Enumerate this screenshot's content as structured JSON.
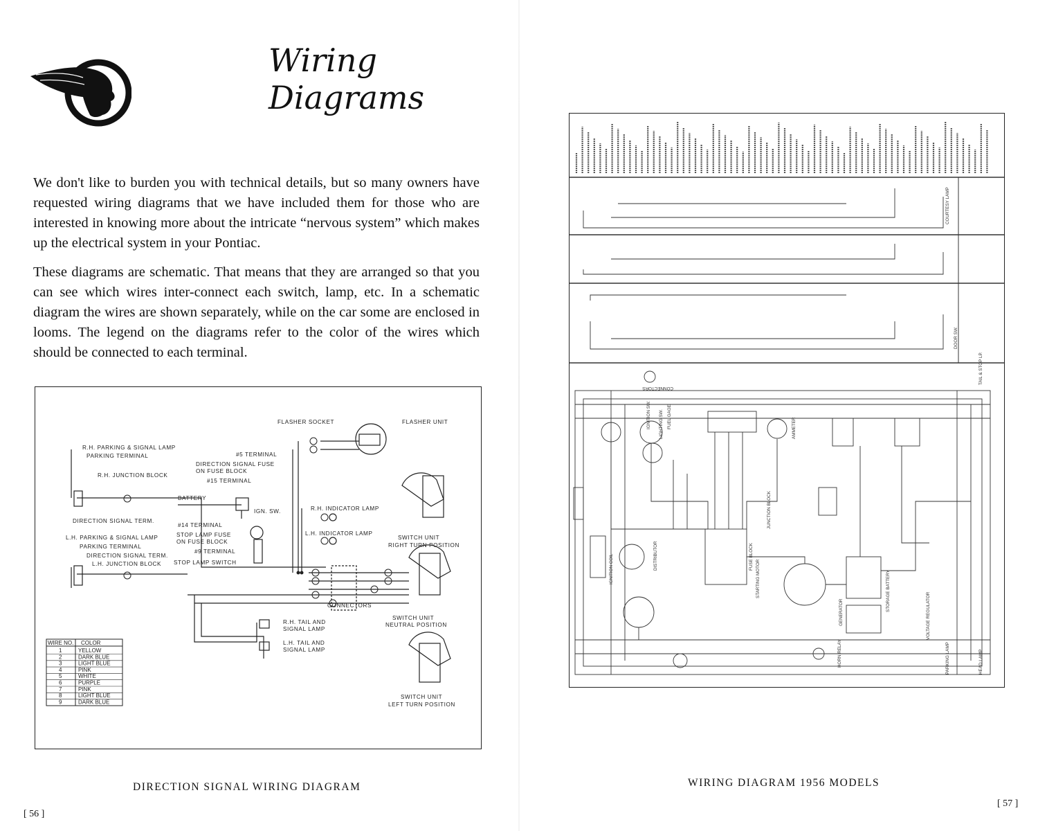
{
  "left_page": {
    "title": "Wiring Diagrams",
    "logo_icon": "pontiac-indian-head-icon",
    "paragraph_1": "We don't like to burden you with technical details, but so many owners have requested wiring diagrams that we have included them for those who are interested in knowing more about the intricate “nervous system” which makes up the electrical system in your Pontiac.",
    "paragraph_2": "These diagrams are schematic. That means that they are arranged so that you can see which wires inter-connect each switch, lamp, etc. In a schematic diagram the wires are shown separately, while on the car some are enclosed in looms. The legend on the diagrams refer to the color of the wires which should be connected to each terminal.",
    "diagram": {
      "labels": {
        "flasher_socket": "FLASHER SOCKET",
        "flasher_unit": "FLASHER UNIT",
        "rh_parking_signal_lamp": "R.H. PARKING & SIGNAL LAMP",
        "parking_terminal": "PARKING TERMINAL",
        "rh_junction_block": "R.H. JUNCTION BLOCK",
        "t5_terminal": "#5 TERMINAL",
        "direction_signal_fuse": "DIRECTION SIGNAL FUSE",
        "on_fuse_block": "ON FUSE BLOCK",
        "t15_terminal": "#15 TERMINAL",
        "battery": "BATTERY",
        "ign_sw": "IGN. SW.",
        "rh_indicator_lamp": "R.H. INDICATOR LAMP",
        "direction_signal_term_rh": "DIRECTION SIGNAL TERM.",
        "t14_terminal": "#14 TERMINAL",
        "lh_indicator_lamp": "L.H. INDICATOR LAMP",
        "stop_lamp_fuse": "STOP LAMP FUSE",
        "on_fuse_block_2": "ON FUSE BLOCK",
        "lh_parking_signal_lamp": "L.H. PARKING & SIGNAL LAMP",
        "parking_terminal_lh": "PARKING TERMINAL",
        "direction_signal_term_lh": "DIRECTION SIGNAL TERM.",
        "lh_junction_block": "L.H. JUNCTION BLOCK",
        "t9_terminal": "#9 TERMINAL",
        "stop_lamp_switch": "STOP LAMP SWITCH",
        "switch_unit": "SWITCH UNIT",
        "right_turn_position": "RIGHT TURN POSITION",
        "connectors": "CONNECTORS",
        "neutral_position": "NEUTRAL POSITION",
        "rh_tail_and": "R.H. TAIL AND",
        "signal_lamp": "SIGNAL LAMP",
        "lh_tail_and": "L.H. TAIL AND",
        "left_turn_position": "LEFT TURN POSITION"
      },
      "wire_table": {
        "headers": [
          "WIRE NO.",
          "COLOR"
        ],
        "rows": [
          [
            "1",
            "YELLOW"
          ],
          [
            "2",
            "DARK BLUE"
          ],
          [
            "3",
            "LIGHT BLUE"
          ],
          [
            "4",
            "PINK"
          ],
          [
            "5",
            "WHITE"
          ],
          [
            "6",
            "PURPLE"
          ],
          [
            "7",
            "PINK"
          ],
          [
            "8",
            "LIGHT BLUE"
          ],
          [
            "9",
            "DARK BLUE"
          ]
        ]
      }
    },
    "caption": "DIRECTION SIGNAL WIRING DIAGRAM",
    "page_number": "[ 56 ]"
  },
  "right_page": {
    "diagram_labels": {
      "lighting_switch": "LIGHTING SWITCH",
      "ignition_switch": "IGNITION SWITCH",
      "fuel_gage": "FUEL GAGE",
      "ammeter": "AMMETER",
      "generator": "GENERATOR",
      "distributor": "DISTRIBUTOR",
      "ignition_coil": "IGNITION COIL",
      "horn_relay": "HORN RELAY",
      "voltage_regulator": "VOLTAGE REGULATOR",
      "starting_motor": "STARTING MOTOR",
      "storage_battery": "STORAGE BATTERY",
      "fuse_block": "FUSE BLOCK",
      "junction_block": "JUNCTION BLOCK",
      "connectors": "CONNECTORS",
      "head_lamp": "HEAD LAMP",
      "parking_lamp": "PARKING LAMP",
      "door_sw": "DOOR SW.",
      "courtesy_lamp": "COURTESY LAMP",
      "tail_stop_lp": "TAIL & STOP LP."
    },
    "caption": "WIRING DIAGRAM 1956 MODELS",
    "page_number": "[ 57 ]"
  }
}
